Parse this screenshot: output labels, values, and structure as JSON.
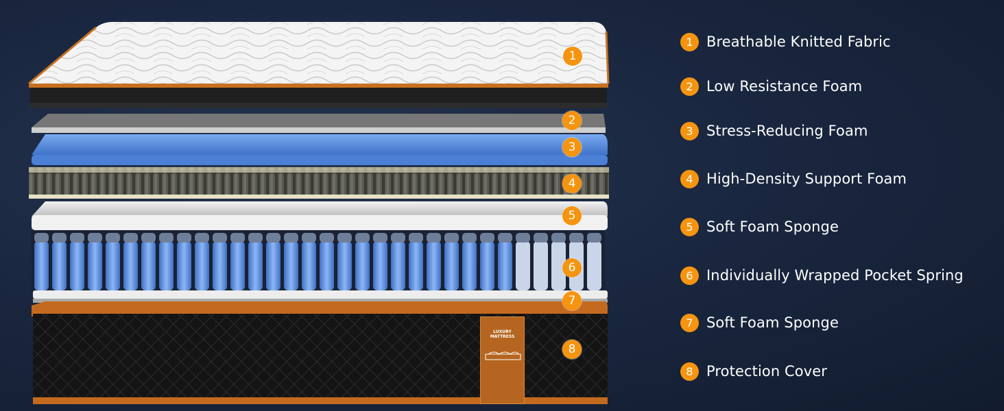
{
  "layers": [
    {
      "number": "1",
      "label": "Breathable Knitted Fabric"
    },
    {
      "number": "2",
      "label": "Low Resistance Foam"
    },
    {
      "number": "3",
      "label": "Stress-Reducing Foam"
    },
    {
      "number": "4",
      "label": "High-Density Support Foam"
    },
    {
      "number": "5",
      "label": "Soft Foam Sponge"
    },
    {
      "number": "6",
      "label": "Individually Wrapped Pocket Spring"
    },
    {
      "number": "7",
      "label": "Soft Foam Sponge"
    },
    {
      "number": "8",
      "label": "Protection Cover"
    }
  ],
  "tag": {
    "title": "LUXURY MATTRESS"
  },
  "colors": {
    "accent": "#f5940f",
    "background": "#1a2740",
    "foam_blue": "#5b8fe0",
    "foam_cream": "#e6e2c4",
    "cover_orange": "#c46a1e",
    "cover_black": "#111111"
  }
}
